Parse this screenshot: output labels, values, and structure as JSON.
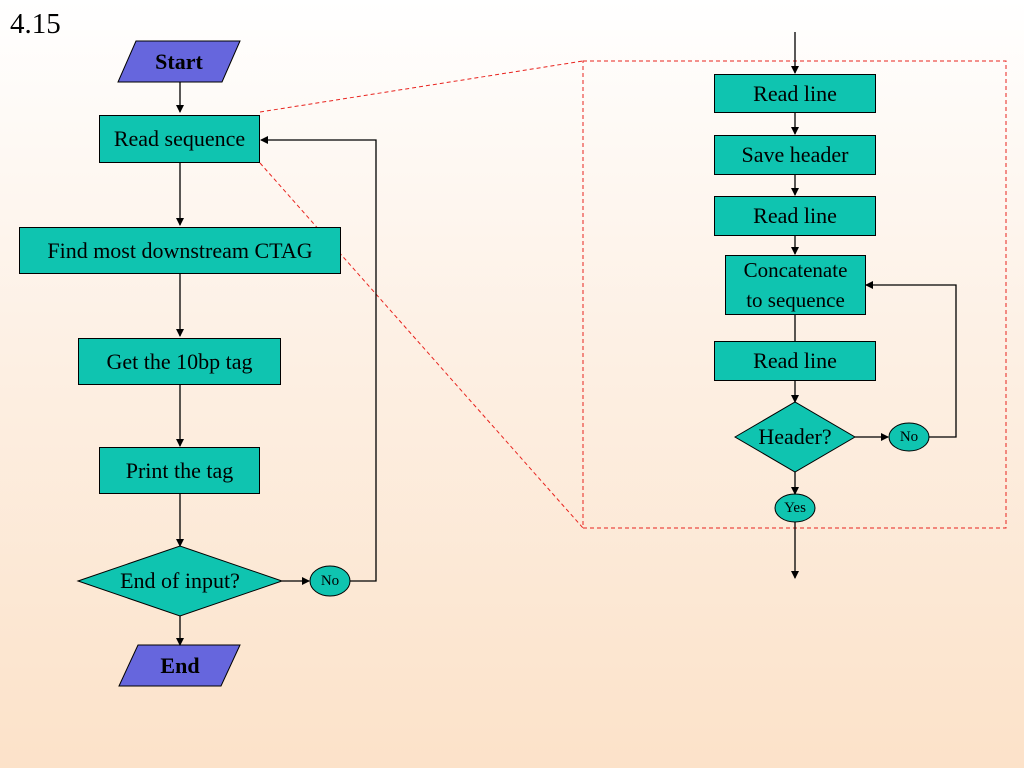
{
  "slide_number": "4.15",
  "main_flow": {
    "start": "Start",
    "read_sequence": "Read sequence",
    "find_ctag": "Find most downstream CTAG",
    "get_tag": "Get the 10bp tag",
    "print_tag": "Print the tag",
    "end_of_input": "End of input?",
    "no": "No",
    "end": "End"
  },
  "detail_flow": {
    "read_line_1": "Read line",
    "save_header": "Save header",
    "read_line_2": "Read line",
    "concatenate_line1": "Concatenate",
    "concatenate_line2": "to sequence",
    "read_line_3": "Read line",
    "header_decision": "Header?",
    "no": "No",
    "yes": "Yes"
  },
  "colors": {
    "process_fill": "#0fc4b0",
    "io_fill": "#6666dd",
    "zoom_border": "#e8231e"
  }
}
